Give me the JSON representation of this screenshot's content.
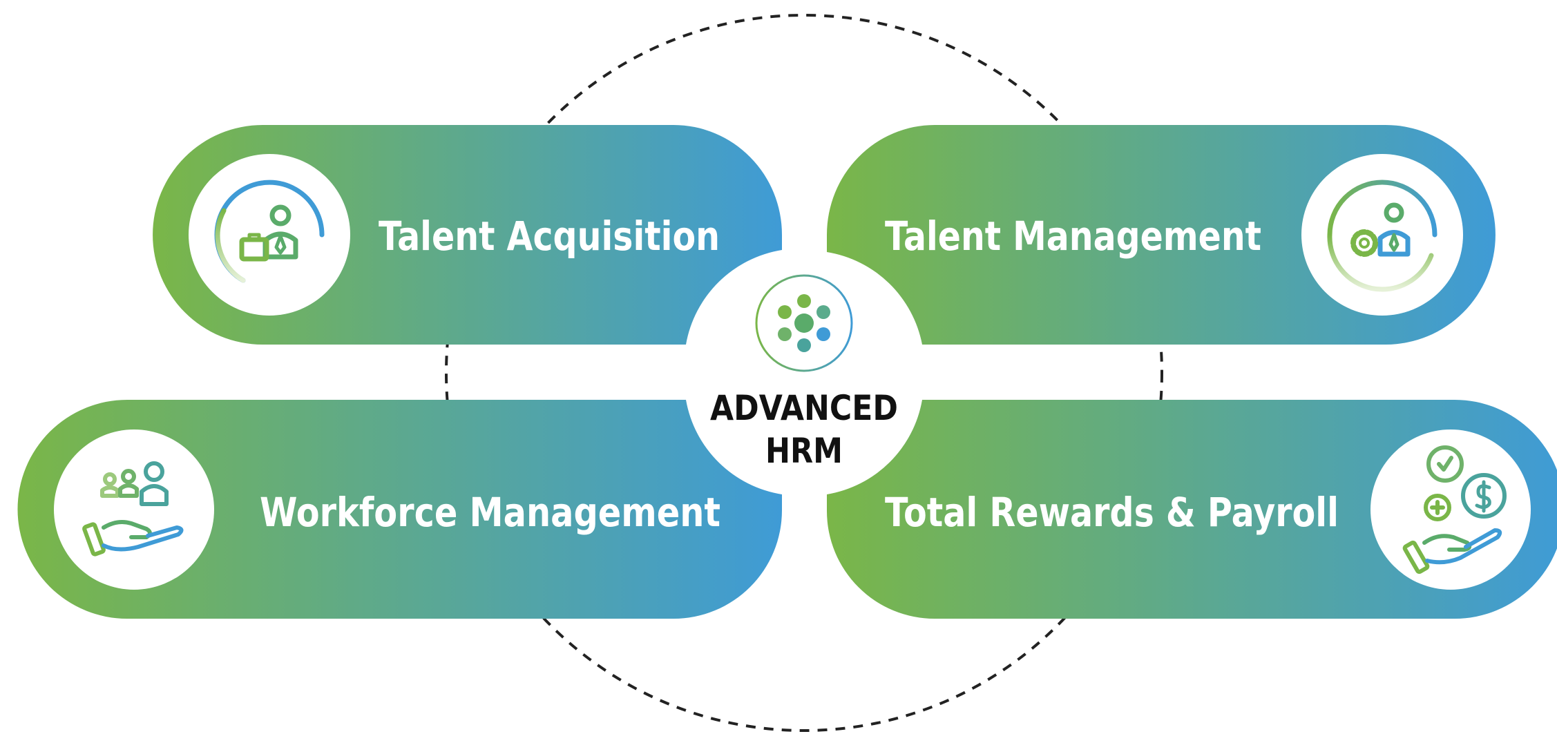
{
  "center": {
    "line1": "ADVANCED",
    "line2": "HRM",
    "icon": "cluster-dots-icon"
  },
  "modules": [
    {
      "label": "Talent Acquisition",
      "icon": "recruiter-briefcase-icon"
    },
    {
      "label": "Talent Management",
      "icon": "person-gear-icon"
    },
    {
      "label": "Workforce Management",
      "icon": "hand-holding-people-icon"
    },
    {
      "label": "Total Rewards & Payroll",
      "icon": "hand-holding-coins-icon"
    }
  ],
  "colors": {
    "gradient_start": "#7ab648",
    "gradient_end": "#3f9bd6",
    "dashed_circle": "#222222",
    "center_text": "#111111",
    "label_text": "#ffffff"
  }
}
